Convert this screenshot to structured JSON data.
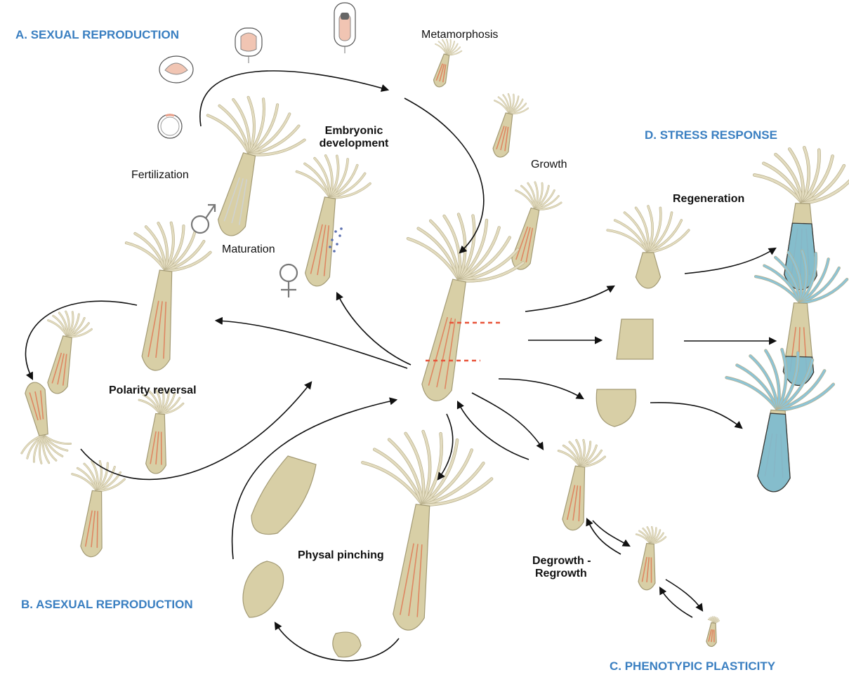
{
  "sections": {
    "sexual": "A. SEXUAL REPRODUCTION",
    "asexual": "B. ASEXUAL REPRODUCTION",
    "plasticity": "C. PHENOTYPIC PLASTICITY",
    "stress": "D. STRESS RESPONSE"
  },
  "stages": {
    "metamorphosis": "Metamorphosis",
    "embryonic_line1": "Embryonic",
    "embryonic_line2": "development",
    "growth": "Growth",
    "fertilization": "Fertilization",
    "maturation": "Maturation",
    "polarity_reversal": "Polarity reversal",
    "regeneration": "Regeneration",
    "physal_pinching": "Physal pinching",
    "degrowth_line1": "Degrowth -",
    "degrowth_line2": "Regrowth"
  },
  "colors": {
    "section_blue": "#3a7fc1",
    "body_tan": "#d8cfa6",
    "tentacle": "#e3dcc0",
    "canal_orange": "#e07a55",
    "regenerated_blue": "#7dbcd1",
    "cut_line": "#e8543a",
    "arrow": "#111111"
  },
  "icons": {
    "male": "male-symbol-icon",
    "female": "female-symbol-icon"
  }
}
